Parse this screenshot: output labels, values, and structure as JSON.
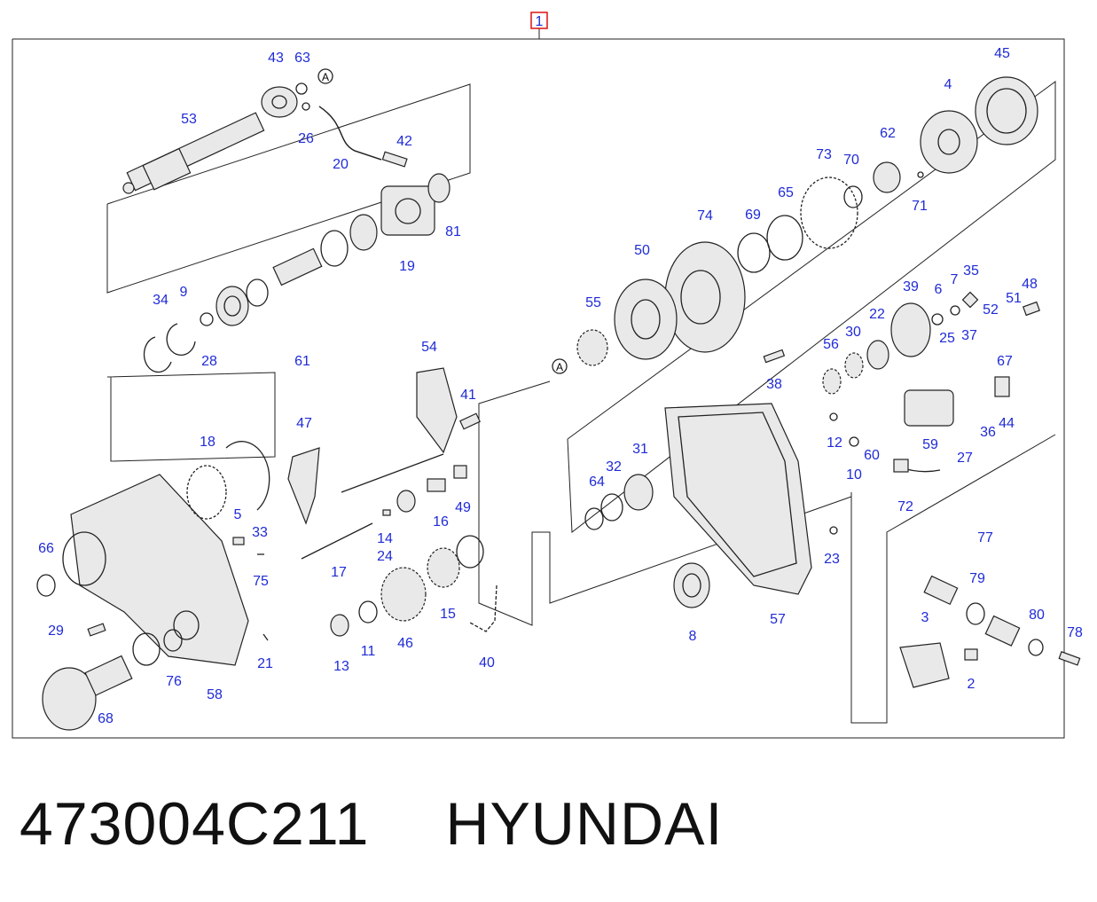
{
  "diagram": {
    "assembly_number": "1",
    "reference_marker": "A",
    "callouts": [
      "53",
      "43",
      "63",
      "26",
      "20",
      "42",
      "19",
      "81",
      "61",
      "34",
      "9",
      "28",
      "45",
      "4",
      "62",
      "71",
      "73",
      "70",
      "65",
      "74",
      "69",
      "50",
      "55",
      "39",
      "6",
      "7",
      "35",
      "48",
      "51",
      "52",
      "22",
      "30",
      "56",
      "25",
      "37",
      "67",
      "38",
      "41",
      "54",
      "18",
      "5",
      "33",
      "47",
      "16",
      "49",
      "31",
      "32",
      "64",
      "12",
      "10",
      "60",
      "59",
      "36",
      "44",
      "27",
      "72",
      "66",
      "29",
      "14",
      "24",
      "17",
      "75",
      "13",
      "11",
      "46",
      "15",
      "40",
      "57",
      "8",
      "23",
      "77",
      "79",
      "80",
      "78",
      "3",
      "2",
      "21",
      "76",
      "58",
      "68"
    ]
  },
  "caption": {
    "part_number": "473004C211",
    "brand": "HYUNDAI"
  }
}
